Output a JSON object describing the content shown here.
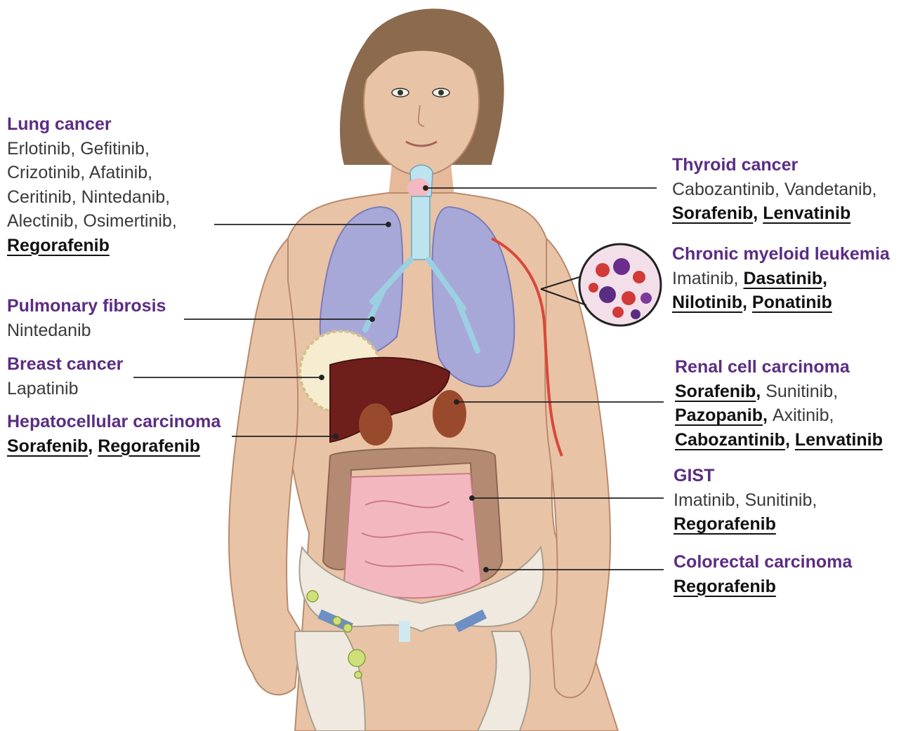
{
  "colors": {
    "heading": "#5b2d82",
    "body_text": "#3a3a3a",
    "skin": "#e9c3a6",
    "hair": "#8c6a4e",
    "lungs": "#a8a8d8",
    "liver": "#6e1f1c",
    "kidney": "#9a4a2c",
    "colon": "#b48a72",
    "small_intestine": "#f3b8bf",
    "breast_tumor": "#f6ecd0",
    "bone": "#efe9df",
    "lymph": "#cfe07a",
    "blood_vessel": "#d9483a"
  },
  "icons": [
    "female-body-illustration",
    "blood-cells-magnifier-icon"
  ],
  "legend_note": "underlined = bold and underlined drug names",
  "indications": [
    {
      "id": "lung",
      "heading": "Lung cancer",
      "lines": [
        [
          {
            "text": "Erlotinib",
            "bold": false,
            "sep": ", "
          },
          {
            "text": "Gefitinib",
            "bold": false,
            "sep": ","
          }
        ],
        [
          {
            "text": "Crizotinib",
            "bold": false,
            "sep": ", "
          },
          {
            "text": "Afatinib",
            "bold": false,
            "sep": ","
          }
        ],
        [
          {
            "text": "Ceritinib",
            "bold": false,
            "sep": ", "
          },
          {
            "text": "Nintedanib",
            "bold": false,
            "sep": ","
          }
        ],
        [
          {
            "text": "Alectinib",
            "bold": false,
            "sep": ", "
          },
          {
            "text": "Osimertinib",
            "bold": false,
            "sep": ","
          }
        ],
        [
          {
            "text": "Regorafenib",
            "bold": true,
            "sep": ""
          }
        ]
      ]
    },
    {
      "id": "pulmonary",
      "heading": "Pulmonary fibrosis",
      "lines": [
        [
          {
            "text": "Nintedanib",
            "bold": false,
            "sep": ""
          }
        ]
      ]
    },
    {
      "id": "breast",
      "heading": "Breast cancer",
      "lines": [
        [
          {
            "text": "Lapatinib",
            "bold": false,
            "sep": ""
          }
        ]
      ]
    },
    {
      "id": "hcc",
      "heading": "Hepatocellular carcinoma",
      "lines": [
        [
          {
            "text": "Sorafenib",
            "bold": true,
            "sep": ", "
          },
          {
            "text": "Regorafenib",
            "bold": true,
            "sep": ""
          }
        ]
      ]
    },
    {
      "id": "thyroid",
      "heading": "Thyroid cancer",
      "lines": [
        [
          {
            "text": "Cabozantinib",
            "bold": false,
            "sep": ", "
          },
          {
            "text": "Vandetanib",
            "bold": false,
            "sep": ","
          }
        ],
        [
          {
            "text": "Sorafenib",
            "bold": true,
            "sep": ", "
          },
          {
            "text": "Lenvatinib",
            "bold": true,
            "sep": ""
          }
        ]
      ]
    },
    {
      "id": "cml",
      "heading": "Chronic myeloid leukemia",
      "lines": [
        [
          {
            "text": "Imatinib",
            "bold": false,
            "sep": ", "
          },
          {
            "text": "Dasatinib",
            "bold": true,
            "sep": ","
          }
        ],
        [
          {
            "text": "Nilotinib",
            "bold": true,
            "sep": ", "
          },
          {
            "text": "Ponatinib",
            "bold": true,
            "sep": ""
          }
        ]
      ]
    },
    {
      "id": "rcc",
      "heading": "Renal cell carcinoma",
      "lines": [
        [
          {
            "text": "Sorafenib",
            "bold": true,
            "sep": ", "
          },
          {
            "text": "Sunitinib",
            "bold": false,
            "sep": ","
          }
        ],
        [
          {
            "text": "Pazopanib",
            "bold": true,
            "sep": ", "
          },
          {
            "text": "Axitinib",
            "bold": false,
            "sep": ","
          }
        ],
        [
          {
            "text": "Cabozantinib",
            "bold": true,
            "sep": ", "
          },
          {
            "text": "Lenvatinib",
            "bold": true,
            "sep": ""
          }
        ]
      ]
    },
    {
      "id": "gist",
      "heading": "GIST",
      "lines": [
        [
          {
            "text": "Imatinib",
            "bold": false,
            "sep": ", "
          },
          {
            "text": "Sunitinib",
            "bold": false,
            "sep": ","
          }
        ],
        [
          {
            "text": "Regorafenib",
            "bold": true,
            "sep": ""
          }
        ]
      ]
    },
    {
      "id": "crc",
      "heading": "Colorectal carcinoma",
      "lines": [
        [
          {
            "text": "Regorafenib",
            "bold": true,
            "sep": ""
          }
        ]
      ]
    }
  ]
}
